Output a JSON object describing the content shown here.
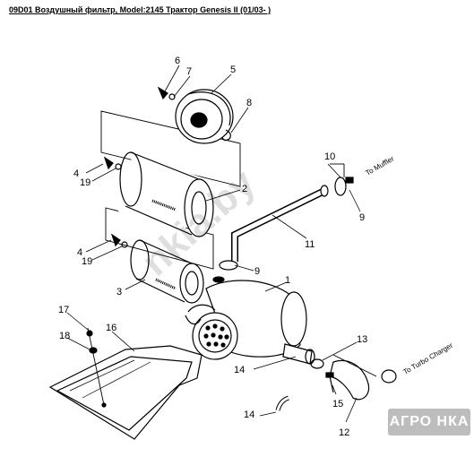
{
  "title": "09D01 Воздушный фильтр, Model:2145 Трактор Genesis II (01/03- )",
  "callouts": [
    "6",
    "7",
    "5",
    "8",
    "4",
    "19",
    "2",
    "10",
    "9",
    "11",
    "4",
    "19",
    "3",
    "9",
    "1",
    "17",
    "16",
    "18",
    "13",
    "14",
    "15",
    "14",
    "12"
  ],
  "notes": {
    "muffler": "To Muffler",
    "turbo": "To Turbo Charger"
  },
  "watermark": "nkia.by",
  "logo": "АГРО НКА"
}
